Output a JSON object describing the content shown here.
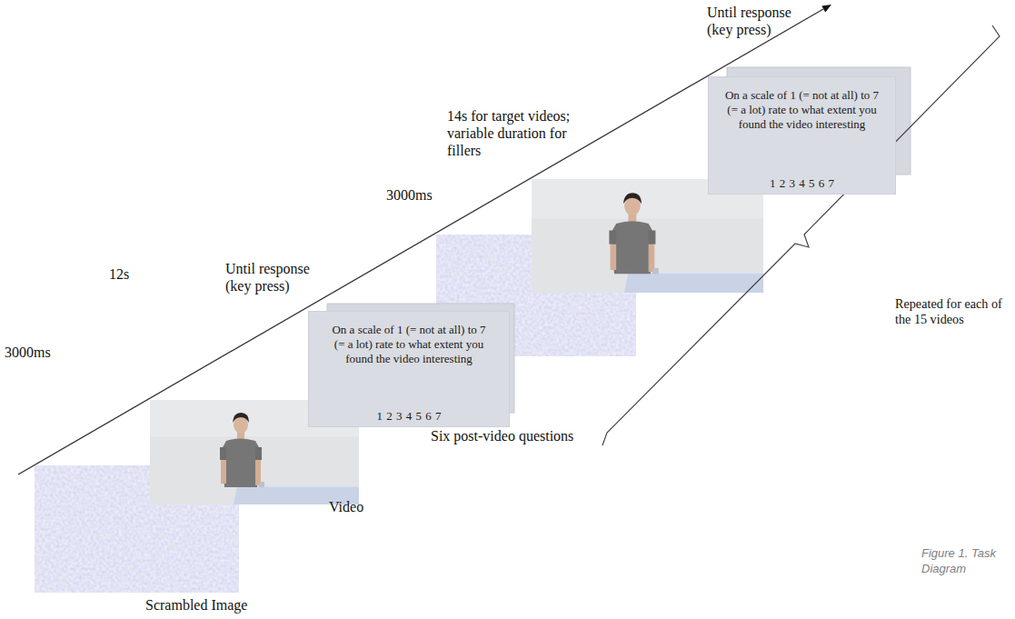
{
  "diagram": {
    "caption": "Figure 1. Task Diagram",
    "nodes": [
      {
        "text": [
          "On a scale of 1 (= not at all) to 7 (= a lot) rate to what extent you found the video interesting",
          "1 2 3 4 5 6 7"
        ]
      },
      {
        "text": [
          "On a scale of 1 (= not at all) to 7 (= a lot) rate to what extent you found the video interesting",
          "1 2 3 4 5 6 7"
        ]
      }
    ],
    "labels": [
      "3000ms",
      "12s",
      "Until response (key press)",
      "3000ms",
      "14s for target videos; variable duration for fillers",
      "Until response (key press)",
      "Scrambled Image",
      "Video",
      "Six post-video questions",
      "Repeated for each of the 15 videos"
    ]
  }
}
